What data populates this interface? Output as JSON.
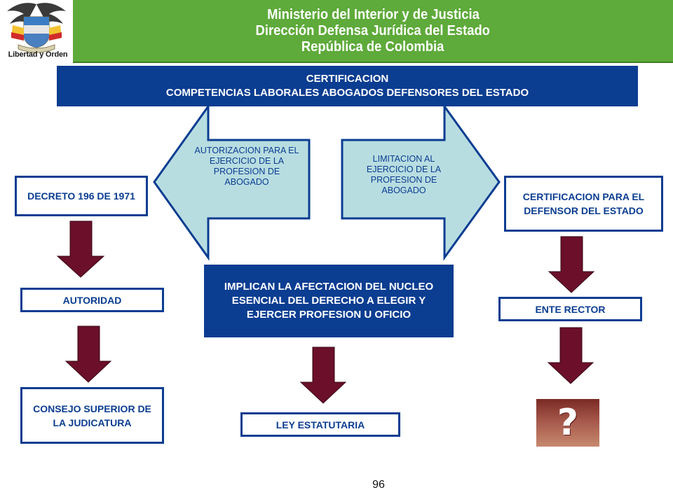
{
  "header": {
    "line1": "Ministerio del Interior y de Justicia",
    "line2": "Dirección Defensa Jurídica del Estado",
    "line3": "República de Colombia",
    "logo_caption": "Libertad y Orden"
  },
  "title": {
    "line1": "CERTIFICACION",
    "line2": "COMPETENCIAS LABORALES ABOGADOS DEFENSORES DEL ESTADO"
  },
  "left_arrow_text": "AUTORIZACION PARA EL EJERCICIO DE LA PROFESION DE ABOGADO",
  "right_arrow_text": "LIMITACION AL EJERCICIO DE LA PROFESION DE ABOGADO",
  "center_box_text": "IMPLICAN LA AFECTACION DEL NUCLEO ESENCIAL DEL DERECHO A ELEGIR Y EJERCER PROFESION U OFICIO",
  "left_column": {
    "decreto": "DECRETO 196 DE 1971",
    "autoridad": "AUTORIDAD",
    "consejo": "CONSEJO SUPERIOR DE LA JUDICATURA"
  },
  "center_column": {
    "ley": "LEY ESTATUTARIA"
  },
  "right_column": {
    "certificacion": "CERTIFICACION PARA EL DEFENSOR DEL ESTADO",
    "ente": "ENTE RECTOR",
    "unknown": "?"
  },
  "page_number": "96",
  "colors": {
    "header_green": "#5eaa3a",
    "navy": "#0b3d91",
    "arrow_fill": "#b8dde1",
    "down_arrow": "#6b0f2a"
  }
}
